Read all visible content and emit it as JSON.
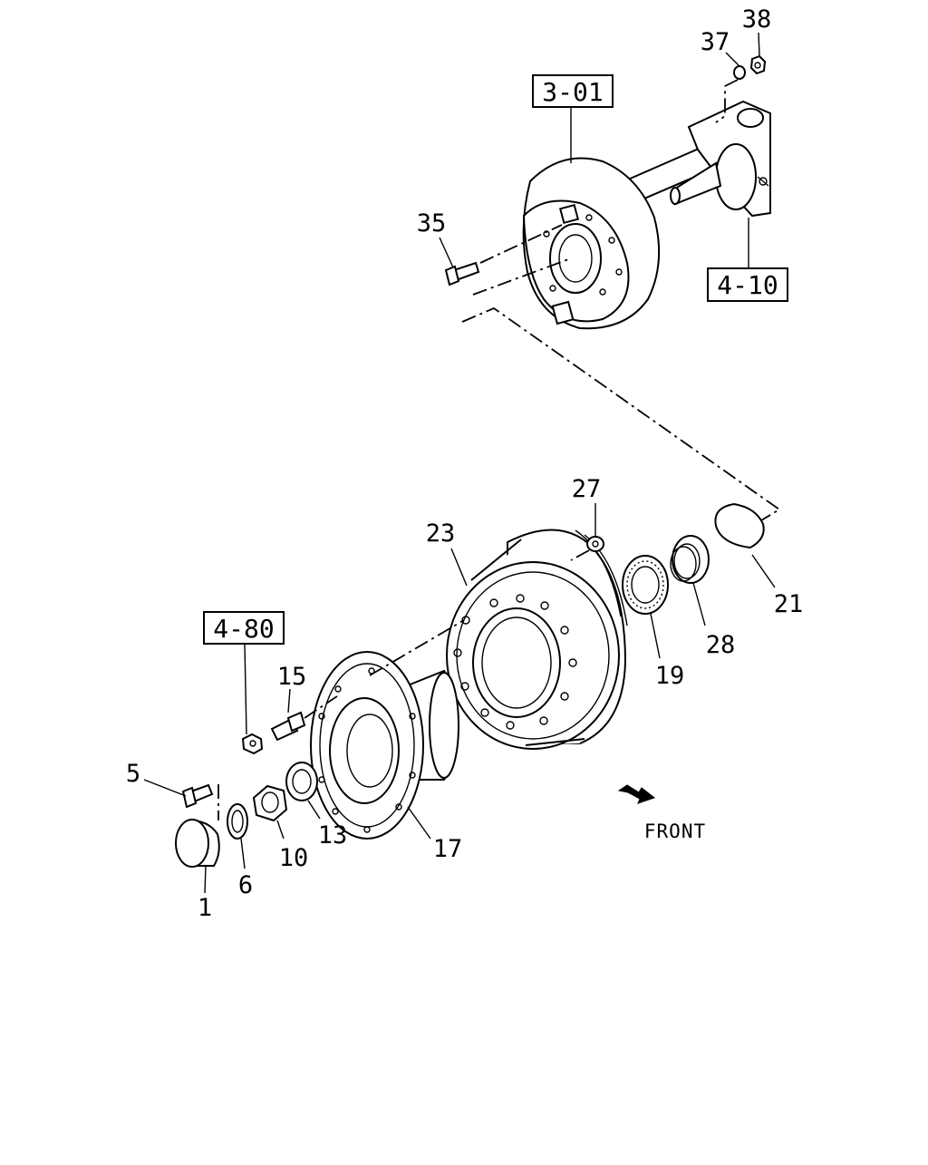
{
  "diagram": {
    "callouts": {
      "c1": "1",
      "c5": "5",
      "c6": "6",
      "c10": "10",
      "c13": "13",
      "c15": "15",
      "c17": "17",
      "c19": "19",
      "c21": "21",
      "c23": "23",
      "c27": "27",
      "c28": "28",
      "c35": "35",
      "c37": "37",
      "c38": "38"
    },
    "references": {
      "r301": "3-01",
      "r410": "4-10",
      "r480": "4-80"
    },
    "direction_label": "FRONT"
  },
  "colors": {
    "ink": "#000000",
    "paper": "#ffffff"
  }
}
